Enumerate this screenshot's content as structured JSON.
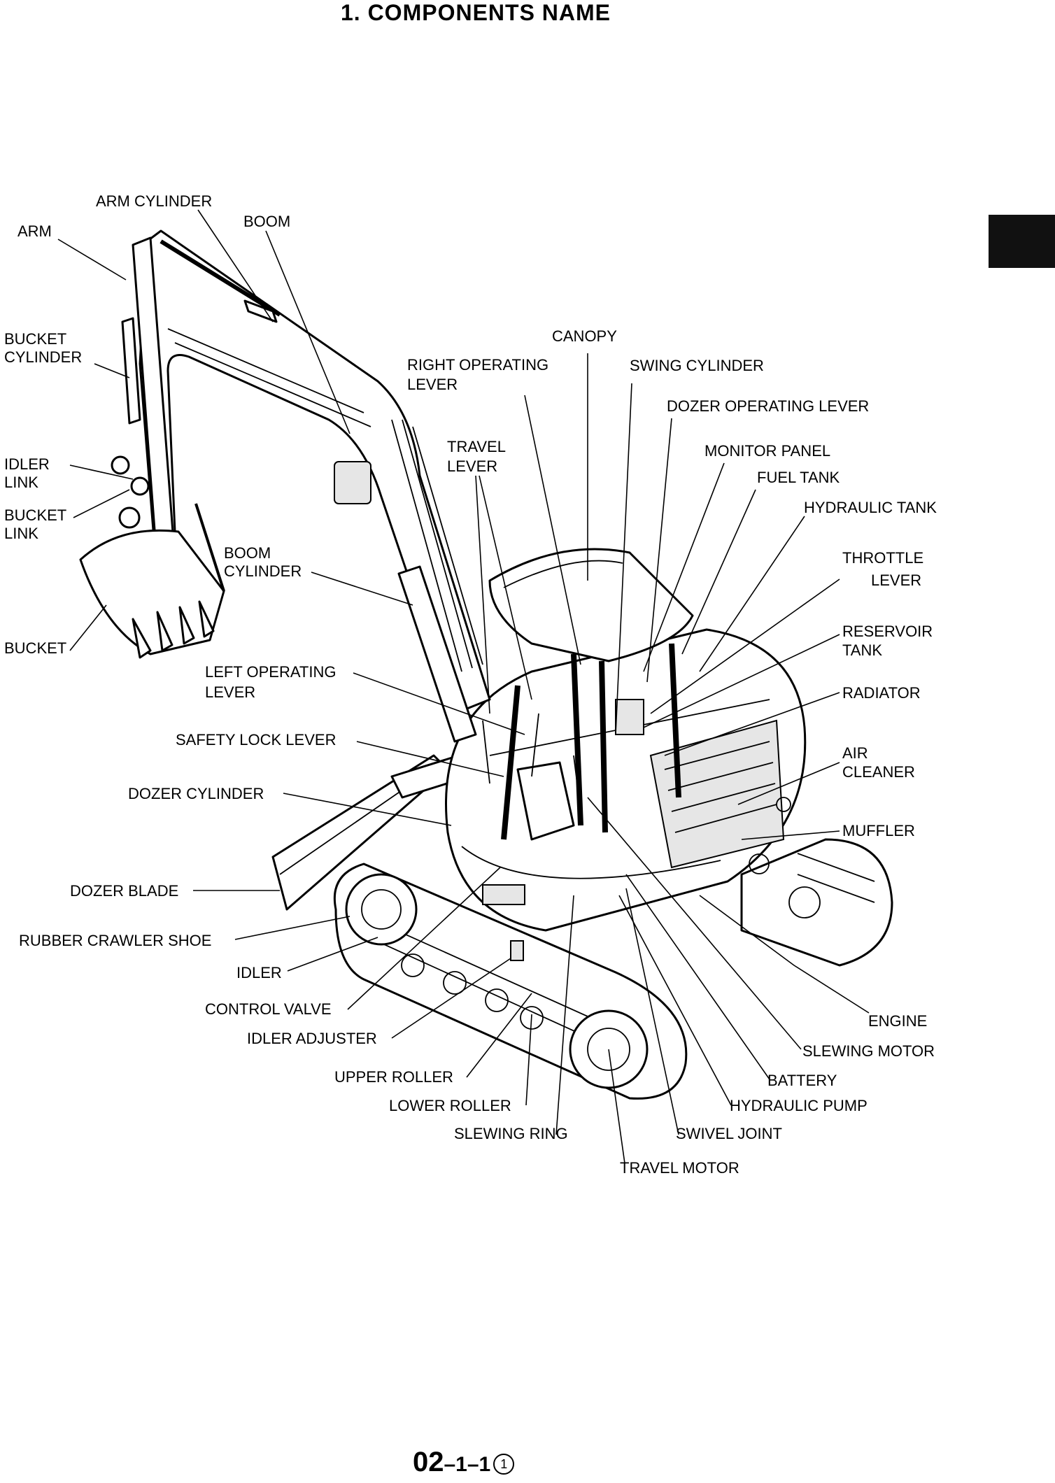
{
  "page": {
    "title": "1. COMPONENTS NAME",
    "page_number": {
      "main": "02",
      "sub": "–1–1",
      "circled": "1"
    }
  },
  "labels": [
    {
      "id": "arm",
      "lines": [
        "ARM"
      ]
    },
    {
      "id": "arm-cylinder",
      "lines": [
        "ARM CYLINDER"
      ]
    },
    {
      "id": "boom",
      "lines": [
        "BOOM"
      ]
    },
    {
      "id": "bucket-cylinder",
      "lines": [
        "BUCKET",
        "CYLINDER"
      ]
    },
    {
      "id": "idler-link",
      "lines": [
        "IDLER",
        "LINK"
      ]
    },
    {
      "id": "bucket-link",
      "lines": [
        "BUCKET",
        "LINK"
      ]
    },
    {
      "id": "boom-cylinder",
      "lines": [
        "BOOM",
        "CYLINDER"
      ]
    },
    {
      "id": "bucket",
      "lines": [
        "BUCKET"
      ]
    },
    {
      "id": "left-operating-lever",
      "lines": [
        "LEFT OPERATING",
        "LEVER"
      ]
    },
    {
      "id": "safety-lock-lever",
      "lines": [
        "SAFETY LOCK LEVER"
      ]
    },
    {
      "id": "dozer-cylinder",
      "lines": [
        "DOZER CYLINDER"
      ]
    },
    {
      "id": "dozer-blade",
      "lines": [
        "DOZER BLADE"
      ]
    },
    {
      "id": "rubber-crawler-shoe",
      "lines": [
        "RUBBER CRAWLER SHOE"
      ]
    },
    {
      "id": "idler",
      "lines": [
        "IDLER"
      ]
    },
    {
      "id": "control-valve",
      "lines": [
        "CONTROL VALVE"
      ]
    },
    {
      "id": "idler-adjuster",
      "lines": [
        "IDLER ADJUSTER"
      ]
    },
    {
      "id": "upper-roller",
      "lines": [
        "UPPER ROLLER"
      ]
    },
    {
      "id": "lower-roller",
      "lines": [
        "LOWER ROLLER"
      ]
    },
    {
      "id": "slewing-ring",
      "lines": [
        "SLEWING RING"
      ]
    },
    {
      "id": "travel-motor",
      "lines": [
        "TRAVEL MOTOR"
      ]
    },
    {
      "id": "swivel-joint",
      "lines": [
        "SWIVEL JOINT"
      ]
    },
    {
      "id": "hydraulic-pump",
      "lines": [
        "HYDRAULIC PUMP"
      ]
    },
    {
      "id": "battery",
      "lines": [
        "BATTERY"
      ]
    },
    {
      "id": "slewing-motor",
      "lines": [
        "SLEWING MOTOR"
      ]
    },
    {
      "id": "engine",
      "lines": [
        "ENGINE"
      ]
    },
    {
      "id": "muffler",
      "lines": [
        "MUFFLER"
      ]
    },
    {
      "id": "air-cleaner",
      "lines": [
        "AIR",
        "CLEANER"
      ]
    },
    {
      "id": "radiator",
      "lines": [
        "RADIATOR"
      ]
    },
    {
      "id": "reservoir-tank",
      "lines": [
        "RESERVOIR",
        "TANK"
      ]
    },
    {
      "id": "throttle-lever",
      "lines": [
        "THROTTLE",
        "LEVER"
      ]
    },
    {
      "id": "hydraulic-tank",
      "lines": [
        "HYDRAULIC TANK"
      ]
    },
    {
      "id": "fuel-tank",
      "lines": [
        "FUEL TANK"
      ]
    },
    {
      "id": "monitor-panel",
      "lines": [
        "MONITOR PANEL"
      ]
    },
    {
      "id": "dozer-operating-lever",
      "lines": [
        "DOZER OPERATING LEVER"
      ]
    },
    {
      "id": "swing-cylinder",
      "lines": [
        "SWING CYLINDER"
      ]
    },
    {
      "id": "canopy",
      "lines": [
        "CANOPY"
      ]
    },
    {
      "id": "right-operating-lever",
      "lines": [
        "RIGHT OPERATING",
        "LEVER"
      ]
    },
    {
      "id": "travel-lever",
      "lines": [
        "TRAVEL",
        "LEVER"
      ]
    }
  ]
}
